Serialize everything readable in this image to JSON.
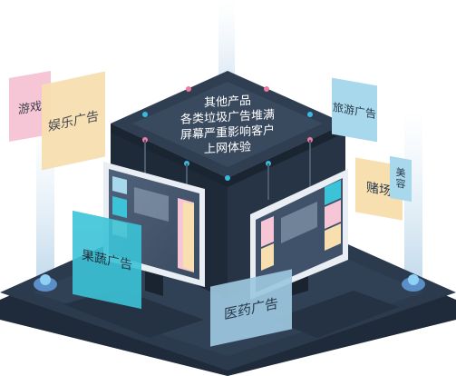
{
  "cube": {
    "lines": [
      "其他产品",
      "各类垃圾广告堆满",
      "屏幕严重影响客户",
      "上网体验"
    ]
  },
  "tags": {
    "game": "游戏",
    "entertainment": "娱乐广告",
    "fruit_veg": "果蔬广告",
    "medicine": "医药广告",
    "travel": "旅游广告",
    "gambling": "赌场",
    "beauty": "美容"
  },
  "colors": {
    "platform": "#2b3a4d",
    "cube_top": "#3a4a5e",
    "pink_tag": "#f7c6d6",
    "yellow_tag": "#f7dfb0",
    "cyan_tag": "#3cc3d8",
    "blue_tag": "#a8d8ec",
    "accent_cyan": "#3ab8e0",
    "accent_pink": "#f07aa0"
  }
}
